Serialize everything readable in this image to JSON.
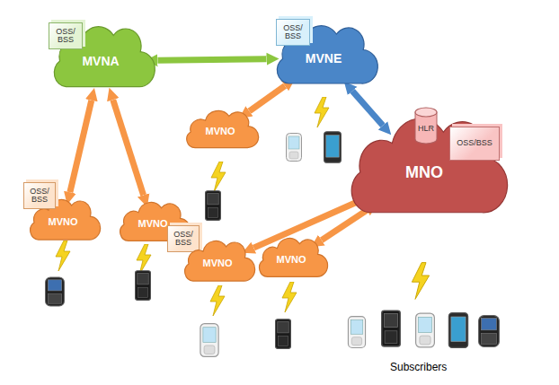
{
  "diagram": {
    "nodes": [
      {
        "text": [
          "MVNA"
        ]
      },
      {
        "text": [
          "OSS/ BSS"
        ]
      },
      {
        "text": [
          "MVNE"
        ]
      },
      {
        "text": [
          "OSS/ BSS"
        ]
      },
      {
        "text": [
          "MVNO"
        ]
      },
      {
        "text": [
          "MNO"
        ]
      },
      {
        "text": [
          "HLR"
        ]
      },
      {
        "text": [
          "OSS/BSS"
        ]
      },
      {
        "text": [
          "MVNO"
        ]
      },
      {
        "text": [
          "OSS/ BSS"
        ]
      },
      {
        "text": [
          "MVNO"
        ]
      },
      {
        "text": [
          "OSS/ BSS"
        ]
      },
      {
        "text": [
          "MVNO"
        ]
      },
      {
        "text": [
          "MVNO"
        ]
      }
    ],
    "edges": [
      {
        "from": 0,
        "to": 2,
        "arrow": "both"
      },
      {
        "from": 0,
        "to": 8,
        "arrow": "both"
      },
      {
        "from": 0,
        "to": 10,
        "arrow": "both"
      },
      {
        "from": 4,
        "to": 2,
        "arrow": "both"
      },
      {
        "from": 2,
        "to": 5,
        "arrow": "both"
      },
      {
        "from": 12,
        "to": 5,
        "arrow": "both"
      },
      {
        "from": 13,
        "to": 5,
        "arrow": "both"
      }
    ],
    "labels": [
      "Subscribers"
    ]
  }
}
